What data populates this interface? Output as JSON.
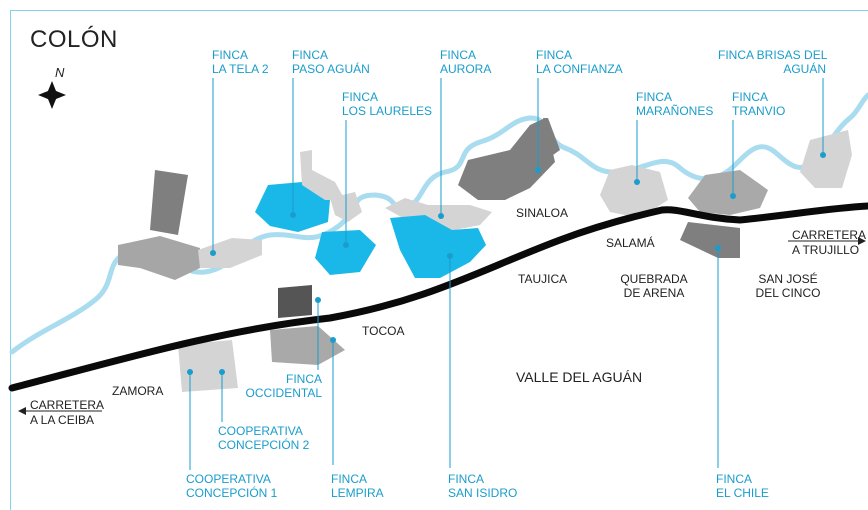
{
  "title": "COLÓN",
  "north": "N",
  "colors": {
    "river": "#a9dcef",
    "road": "#0a0a0a",
    "highlight": "#1ab8e8",
    "parcel_dark": "#8a8a8a",
    "parcel_mid": "#a9a9a9",
    "parcel_light": "#d4d4d4",
    "label_blue": "#1a9dcc"
  },
  "fincas": {
    "tela2": [
      "FINCA",
      "LA TELA 2"
    ],
    "paso": [
      "FINCA",
      "PASO AGUÁN"
    ],
    "laureles": [
      "FINCA",
      "LOS LAURELES"
    ],
    "aurora": [
      "FINCA",
      "AURORA"
    ],
    "confianza": [
      "FINCA",
      "LA CONFIANZA"
    ],
    "maranones": [
      "FINCA",
      "MARAÑONES"
    ],
    "tranvio": [
      "FINCA",
      "TRANVIO"
    ],
    "brisas": [
      "FINCA BRISAS DEL",
      "AGUÁN"
    ],
    "occidental": [
      "FINCA",
      "OCCIDENTAL"
    ],
    "concepcion2": [
      "COOPERATIVA",
      "CONCEPCIÓN 2"
    ],
    "concepcion1": [
      "COOPERATIVA",
      "CONCEPCIÓN 1"
    ],
    "lempira": [
      "FINCA",
      "LEMPIRA"
    ],
    "sanisidro": [
      "FINCA",
      "SAN ISIDRO"
    ],
    "elchile": [
      "FINCA",
      "EL CHILE"
    ]
  },
  "places": {
    "sinaloa": "SINALOA",
    "salama": "SALAMÁ",
    "taujica": "TAUJICA",
    "quebrada": [
      "QUEBRADA",
      "DE ARENA"
    ],
    "sanjose": [
      "SAN JOSÉ",
      "DEL CINCO"
    ],
    "tocoa": "TOCOA",
    "zamora": "ZAMORA",
    "valle": "VALLE DEL AGUÁN"
  },
  "roads": {
    "ceiba": [
      "CARRETERA",
      "A LA CEIBA"
    ],
    "trujillo": [
      "CARRETERA",
      "A TRUJILLO"
    ]
  }
}
